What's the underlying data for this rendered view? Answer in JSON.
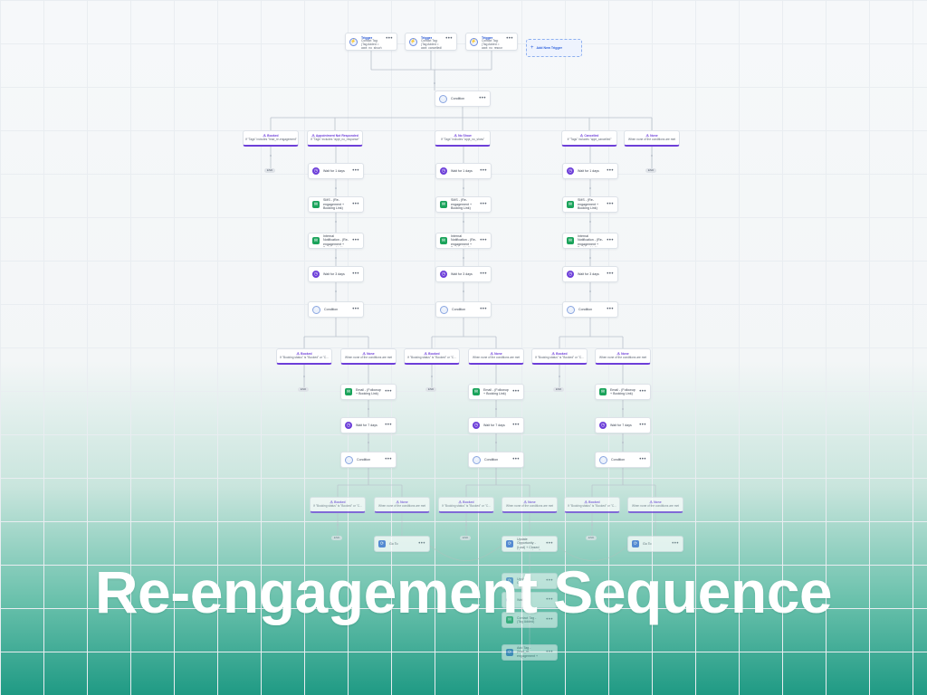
{
  "headline": "Re-engagement Sequence",
  "triggers": [
    {
      "title": "Trigger",
      "desc": "Contact Tag: (Tag Added = appt_no_show)"
    },
    {
      "title": "Trigger",
      "desc": "Contact Tag: (Tag Added = appt_cancelled)"
    },
    {
      "title": "Trigger",
      "desc": "Contact Tag: (Tag Added = appt_no_response)"
    }
  ],
  "add_trigger_label": "Add New Trigger",
  "condition_label": "Condition",
  "top_branches": [
    {
      "name": "Booked",
      "desc": "If \"Tags\" includes \"lead_re-engagement\""
    },
    {
      "name": "Appointment Not Responded",
      "desc": "If \"Tags\" includes \"appt_no_response\""
    },
    {
      "name": "No Show",
      "desc": "If \"Tags\" includes \"appt_no_show\""
    },
    {
      "name": "Cancelled",
      "desc": "If \"Tags\" includes \"appt_cancelled\""
    },
    {
      "name": "None",
      "desc": "When none of the conditions are met"
    }
  ],
  "end_label": "END",
  "columns": [
    {
      "steps": [
        "Wait for 1 days",
        "SMS - (Re-engagement + Booking Link)",
        "Internal Notification - (Re-engagement + Booking Link)",
        "Wait for 3 days",
        "Condition"
      ]
    },
    {
      "steps": [
        "Wait for 1 days",
        "SMS - (Re-engagement + Booking Link)",
        "Internal Notification - (Re-engagement + Booking Link)",
        "Wait for 3 days",
        "Condition"
      ]
    },
    {
      "steps": [
        "Wait for 1 days",
        "SMS - (Re-engagement + Booking Link)",
        "Internal Notification - (Re-engagement + Booking Link)",
        "Wait for 3 days",
        "Condition"
      ]
    }
  ],
  "mid_branches": [
    {
      "name": "Booked",
      "desc": "If \"Booking status\" is \"Booked\" or \"C..."
    },
    {
      "name": "None",
      "desc": "When none of the conditions are met"
    },
    {
      "name": "Booked",
      "desc": "If \"Booking status\" is \"Booked\" or \"C..."
    },
    {
      "name": "None",
      "desc": "When none of the conditions are met"
    },
    {
      "name": "Booked",
      "desc": "If \"Booking status\" is \"Booked\" or \"C..."
    },
    {
      "name": "None",
      "desc": "When none of the conditions are met"
    }
  ],
  "sub_steps": [
    "Email - (Followup + Booking Link)",
    "Wait for 7 days",
    "Condition"
  ],
  "low_branches": [
    {
      "name": "Booked",
      "desc": "If \"Booking status\" is \"Booked\" or \"C..."
    },
    {
      "name": "None",
      "desc": "When none of the conditions are met"
    },
    {
      "name": "Booked",
      "desc": "If \"Booking status\" is \"Booked\" or \"C..."
    },
    {
      "name": "None",
      "desc": "When none of the conditions are met"
    },
    {
      "name": "Booked",
      "desc": "If \"Booking status\" is \"Booked\" or \"C..."
    },
    {
      "name": "None",
      "desc": "When none of the conditions are met"
    }
  ],
  "goto_label": "Go To",
  "update_label": "Update Opportunity - (Lost) + Closed (Agency + Lead)",
  "tail_steps": [
    "Update Opportunity",
    "Wait",
    "Contact Tag - (Tag Added)",
    "Add Tag - (lead_re-engagement + end)"
  ]
}
